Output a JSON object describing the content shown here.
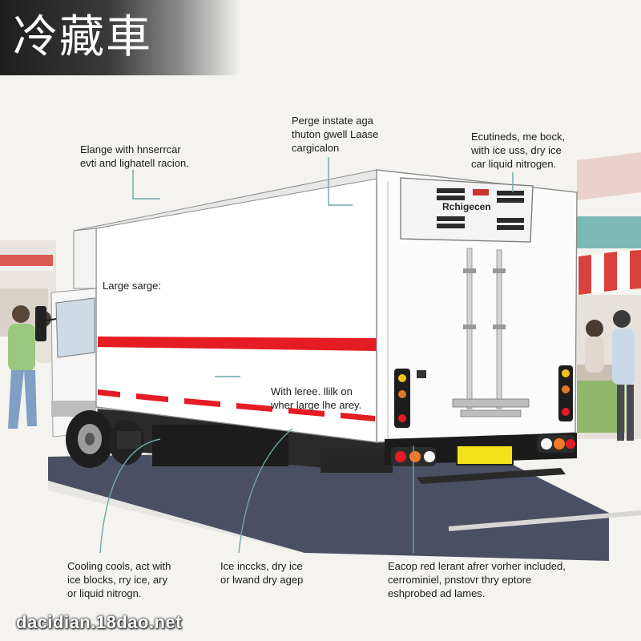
{
  "title": "冷藏車",
  "watermark": "dacidian.18dao.net",
  "annotations": {
    "top_left": "Elange with hnserrcar\nevti and lighatell racion.",
    "top_center": "Perge instate aga\nthuton gwell Laase\ncargicalon",
    "top_right": "Ecutineds, me bock,\nwith ice uss, dry ice\ncar liquid nitrogen.",
    "side_left": "Large sarge:",
    "side_right": "With leree. llilk on\nwher large lhe arey.",
    "bottom_left": "Cooling cools, act with\nice blocks, rry ice, ary\nor liquid nitrogn.",
    "bottom_center": "Ice inccks, dry ice\nor lwand dry agep",
    "bottom_right": "Eacop red lerant afrer vorher included,\ncerrominiel, pnstovr thry eptore\neshprobed ad lames."
  },
  "refrigeration_unit_label": "Rchigecen",
  "colors": {
    "accent_red": "#e51c23",
    "box_white": "#ffffff",
    "road": "#4b4f63",
    "awning_red": "#d8423c",
    "plate_yellow": "#f2e21a",
    "leader_line": "#6fa6a8"
  }
}
